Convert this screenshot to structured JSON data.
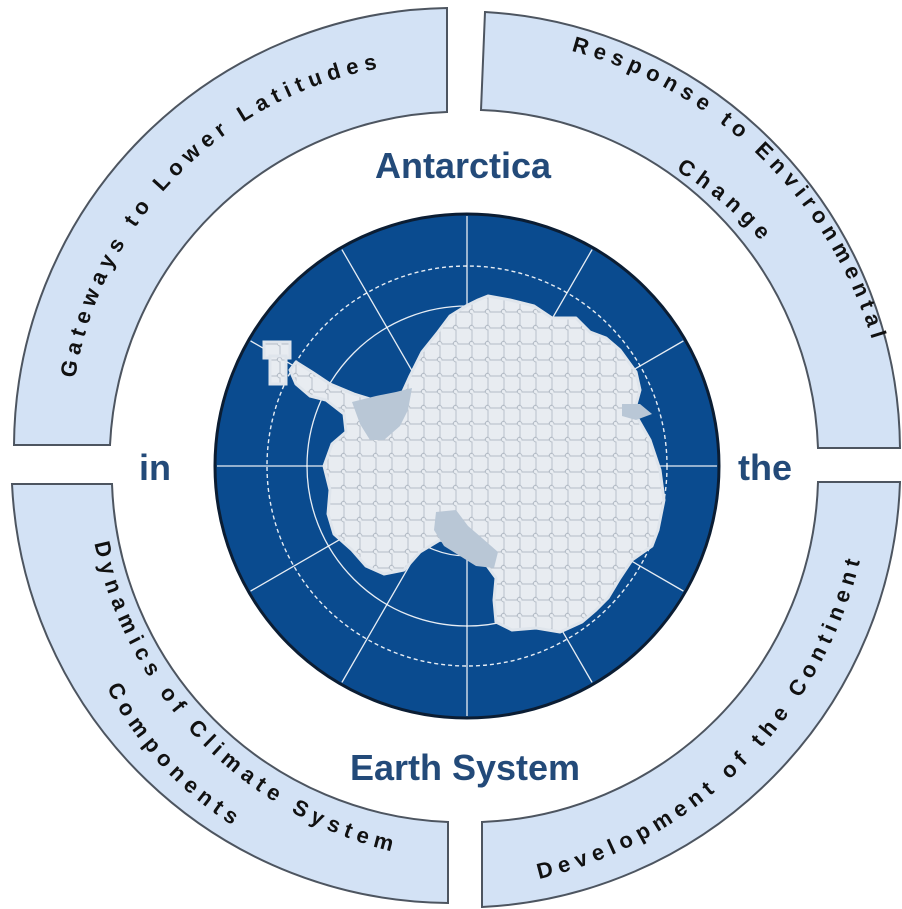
{
  "center": {
    "top": "Antarctica",
    "left": "in",
    "right": "the",
    "bottom": "Earth System"
  },
  "segments": {
    "top_left": "Gateways to Lower Latitudes",
    "top_right_line1": "Response to Environmental",
    "top_right_line2": "Change",
    "bottom_left_line1": "Dynamics of Climate System",
    "bottom_left_line2": "Components",
    "bottom_right": "Development of the Continent"
  },
  "colors": {
    "segment_fill": "#d3e2f5",
    "segment_stroke": "#4d5560",
    "ocean": "#0a4b8f",
    "continent": "#e6ebf0",
    "title": "#234a79"
  },
  "icons": {
    "map": "antarctica-puzzle-map-icon"
  }
}
